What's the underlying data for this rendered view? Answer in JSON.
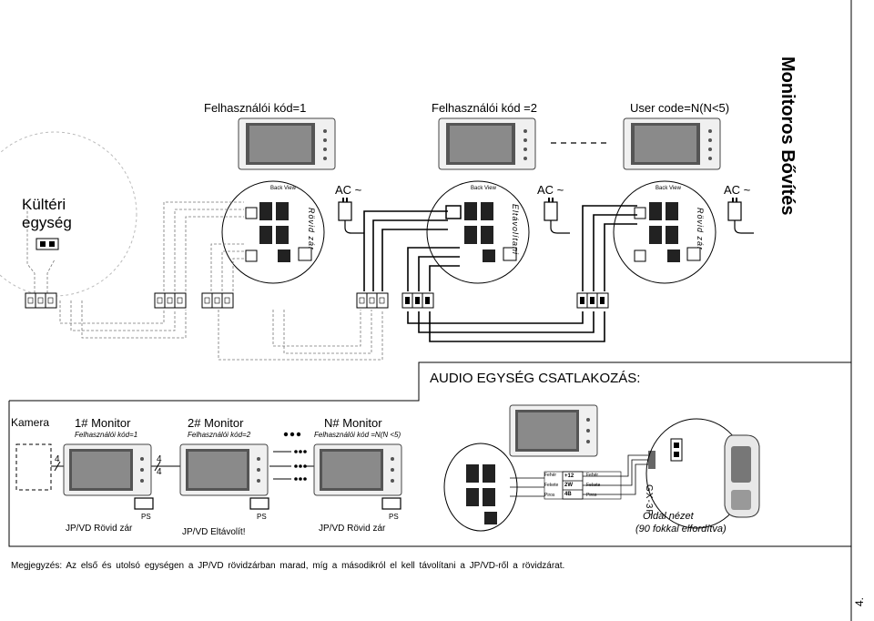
{
  "header": {
    "vertical_title": "Monitoros Bővítés",
    "top_labels": [
      "Felhasználói kód=1",
      "Felhasználói kód =2",
      "User code=N(N<5)"
    ],
    "back_view": "Back View",
    "ac": "AC ~",
    "monitor_notes": [
      "Rövid zár",
      "Eltávolítani",
      "Rövid zár"
    ],
    "outdoor_unit": [
      "Kültéri",
      "egység"
    ]
  },
  "bottom": {
    "audio_title": "AUDIO EGYSÉG CSATLAKOZÁS:",
    "camera": "Kamera",
    "monitors": [
      "1# Monitor",
      "2# Monitor",
      "N# Monitor"
    ],
    "codes": [
      "Felhasználói kód=1",
      "Felhasználói kód=2",
      "Felhasználói kód =N(N <5)"
    ],
    "ps": "PS",
    "wire_count": "4",
    "jumpers": [
      "JP/VD Rövid zár",
      "JP/VD Eltávolít!",
      "JP/VD Rövid zár"
    ],
    "gx3p": "GX-3P",
    "side_view": [
      "Oldal nézet",
      "(90 fokkal elfordítva)"
    ],
    "connector": {
      "pins": [
        "+12",
        "2W",
        "4B"
      ],
      "left_labels": [
        "Fehér",
        "Fekete",
        "Piros"
      ],
      "right_labels": [
        "Fehér",
        "Fekete",
        "Piros"
      ]
    }
  },
  "note": "Megjegyzés: Az első és utolsó egységen a JP/VD rövidzárban marad, míg a másodikról el kell távolítani a JP/VD-ről a rövidzárat.",
  "page_number": "4."
}
